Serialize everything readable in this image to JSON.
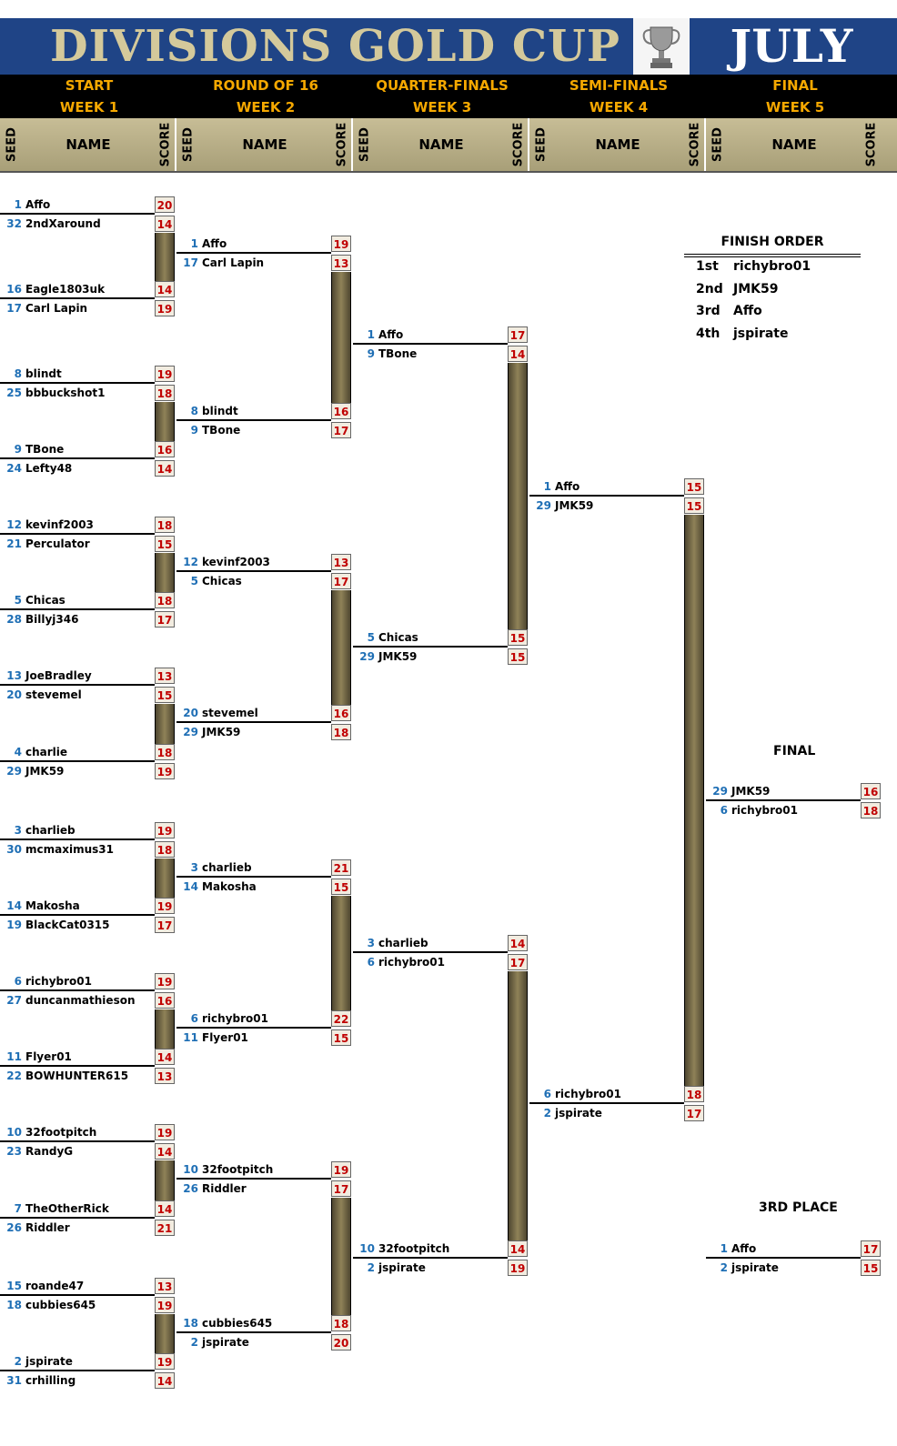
{
  "header": {
    "title": "DIVISIONS GOLD CUP",
    "month": "JULY",
    "trophy_icon": "trophy-icon"
  },
  "rounds": [
    {
      "name": "START",
      "week": "WEEK 1"
    },
    {
      "name": "ROUND OF 16",
      "week": "WEEK 2"
    },
    {
      "name": "QUARTER-FINALS",
      "week": "WEEK 3"
    },
    {
      "name": "SEMI-FINALS",
      "week": "WEEK 4"
    },
    {
      "name": "FINAL",
      "week": "WEEK 5"
    }
  ],
  "columns": {
    "seed": "SEED",
    "name": "NAME",
    "score": "SCORE"
  },
  "week1": [
    [
      {
        "seed": "1",
        "name": "Affo",
        "score": "20"
      },
      {
        "seed": "32",
        "name": "2ndXaround",
        "score": "14"
      }
    ],
    [
      {
        "seed": "16",
        "name": "Eagle1803uk",
        "score": "14"
      },
      {
        "seed": "17",
        "name": "Carl Lapin",
        "score": "19"
      }
    ],
    [
      {
        "seed": "8",
        "name": "blindt",
        "score": "19"
      },
      {
        "seed": "25",
        "name": "bbbuckshot1",
        "score": "18"
      }
    ],
    [
      {
        "seed": "9",
        "name": "TBone",
        "score": "16"
      },
      {
        "seed": "24",
        "name": "Lefty48",
        "score": "14"
      }
    ],
    [
      {
        "seed": "12",
        "name": "kevinf2003",
        "score": "18"
      },
      {
        "seed": "21",
        "name": "Perculator",
        "score": "15"
      }
    ],
    [
      {
        "seed": "5",
        "name": "Chicas",
        "score": "18"
      },
      {
        "seed": "28",
        "name": "Billyj346",
        "score": "17"
      }
    ],
    [
      {
        "seed": "13",
        "name": "JoeBradley",
        "score": "13"
      },
      {
        "seed": "20",
        "name": "stevemel",
        "score": "15"
      }
    ],
    [
      {
        "seed": "4",
        "name": "charlie",
        "score": "18"
      },
      {
        "seed": "29",
        "name": "JMK59",
        "score": "19"
      }
    ],
    [
      {
        "seed": "3",
        "name": "charlieb",
        "score": "19"
      },
      {
        "seed": "30",
        "name": "mcmaximus31",
        "score": "18"
      }
    ],
    [
      {
        "seed": "14",
        "name": "Makosha",
        "score": "19"
      },
      {
        "seed": "19",
        "name": "BlackCat0315",
        "score": "17"
      }
    ],
    [
      {
        "seed": "6",
        "name": "richybro01",
        "score": "19"
      },
      {
        "seed": "27",
        "name": "duncanmathieson",
        "score": "16"
      }
    ],
    [
      {
        "seed": "11",
        "name": "Flyer01",
        "score": "14"
      },
      {
        "seed": "22",
        "name": "BOWHUNTER615",
        "score": "13"
      }
    ],
    [
      {
        "seed": "10",
        "name": "32footpitch",
        "score": "19"
      },
      {
        "seed": "23",
        "name": "RandyG",
        "score": "14"
      }
    ],
    [
      {
        "seed": "7",
        "name": "TheOtherRick",
        "score": "14"
      },
      {
        "seed": "26",
        "name": "Riddler",
        "score": "21"
      }
    ],
    [
      {
        "seed": "15",
        "name": "roande47",
        "score": "13"
      },
      {
        "seed": "18",
        "name": "cubbies645",
        "score": "19"
      }
    ],
    [
      {
        "seed": "2",
        "name": "jspirate",
        "score": "19"
      },
      {
        "seed": "31",
        "name": "crhilling",
        "score": "14"
      }
    ]
  ],
  "week2": [
    [
      {
        "seed": "1",
        "name": "Affo",
        "score": "19"
      },
      {
        "seed": "17",
        "name": "Carl Lapin",
        "score": "13"
      }
    ],
    [
      {
        "seed": "8",
        "name": "blindt",
        "score": "16"
      },
      {
        "seed": "9",
        "name": "TBone",
        "score": "17"
      }
    ],
    [
      {
        "seed": "12",
        "name": "kevinf2003",
        "score": "13"
      },
      {
        "seed": "5",
        "name": "Chicas",
        "score": "17"
      }
    ],
    [
      {
        "seed": "20",
        "name": "stevemel",
        "score": "16"
      },
      {
        "seed": "29",
        "name": "JMK59",
        "score": "18"
      }
    ],
    [
      {
        "seed": "3",
        "name": "charlieb",
        "score": "21"
      },
      {
        "seed": "14",
        "name": "Makosha",
        "score": "15"
      }
    ],
    [
      {
        "seed": "6",
        "name": "richybro01",
        "score": "22"
      },
      {
        "seed": "11",
        "name": "Flyer01",
        "score": "15"
      }
    ],
    [
      {
        "seed": "10",
        "name": "32footpitch",
        "score": "19"
      },
      {
        "seed": "26",
        "name": "Riddler",
        "score": "17"
      }
    ],
    [
      {
        "seed": "18",
        "name": "cubbies645",
        "score": "18"
      },
      {
        "seed": "2",
        "name": "jspirate",
        "score": "20"
      }
    ]
  ],
  "week3": [
    [
      {
        "seed": "1",
        "name": "Affo",
        "score": "17"
      },
      {
        "seed": "9",
        "name": "TBone",
        "score": "14"
      }
    ],
    [
      {
        "seed": "5",
        "name": "Chicas",
        "score": "15"
      },
      {
        "seed": "29",
        "name": "JMK59",
        "score": "15"
      }
    ],
    [
      {
        "seed": "3",
        "name": "charlieb",
        "score": "14"
      },
      {
        "seed": "6",
        "name": "richybro01",
        "score": "17"
      }
    ],
    [
      {
        "seed": "10",
        "name": "32footpitch",
        "score": "14"
      },
      {
        "seed": "2",
        "name": "jspirate",
        "score": "19"
      }
    ]
  ],
  "week4": [
    [
      {
        "seed": "1",
        "name": "Affo",
        "score": "15"
      },
      {
        "seed": "29",
        "name": "JMK59",
        "score": "15"
      }
    ],
    [
      {
        "seed": "6",
        "name": "richybro01",
        "score": "18"
      },
      {
        "seed": "2",
        "name": "jspirate",
        "score": "17"
      }
    ]
  ],
  "final": {
    "label": "FINAL",
    "match": [
      {
        "seed": "29",
        "name": "JMK59",
        "score": "16"
      },
      {
        "seed": "6",
        "name": "richybro01",
        "score": "18"
      }
    ]
  },
  "third": {
    "label": "3RD PLACE",
    "match": [
      {
        "seed": "1",
        "name": "Affo",
        "score": "17"
      },
      {
        "seed": "2",
        "name": "jspirate",
        "score": "15"
      }
    ]
  },
  "finish": {
    "title": "FINISH ORDER",
    "places": [
      {
        "place": "1st",
        "name": "richybro01"
      },
      {
        "place": "2nd",
        "name": "JMK59"
      },
      {
        "place": "3rd",
        "name": "Affo"
      },
      {
        "place": "4th",
        "name": "jspirate"
      }
    ]
  },
  "colors": {
    "title_bg": "#1f4486",
    "title_text": "#d4c99b",
    "round_text": "#f5a800",
    "seed": "#1f6fb5",
    "score": "#c00000",
    "connector": "#8f8258"
  }
}
